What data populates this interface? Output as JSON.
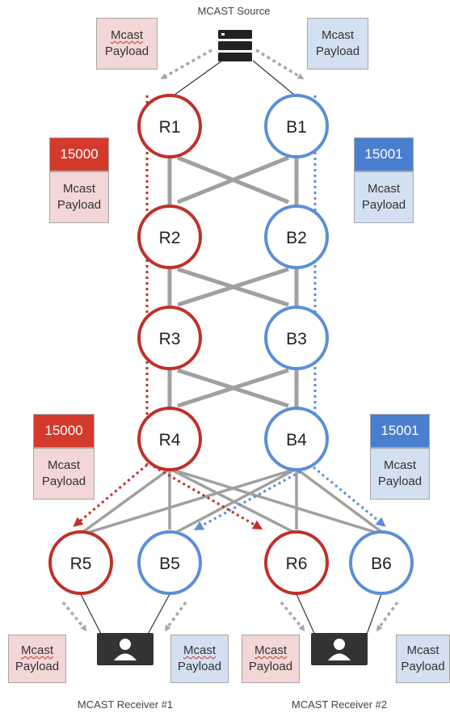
{
  "source": {
    "caption": "MCAST Source"
  },
  "receivers": [
    {
      "caption": "MCAST Receiver #1"
    },
    {
      "caption": "MCAST Receiver #2"
    }
  ],
  "payload_text": {
    "line1": "Mcast",
    "line2": "Payload"
  },
  "labels": {
    "red": "15000",
    "blue": "15001"
  },
  "nodes": {
    "R1": "R1",
    "B1": "B1",
    "R2": "R2",
    "B2": "B2",
    "R3": "R3",
    "B3": "B3",
    "R4": "R4",
    "B4": "B4",
    "R5": "R5",
    "B5": "B5",
    "R6": "R6",
    "B6": "B6"
  },
  "colors": {
    "red": "#c0302a",
    "blue": "#5b8fd6",
    "link": "#a0a0a0",
    "icon": "#333333"
  }
}
